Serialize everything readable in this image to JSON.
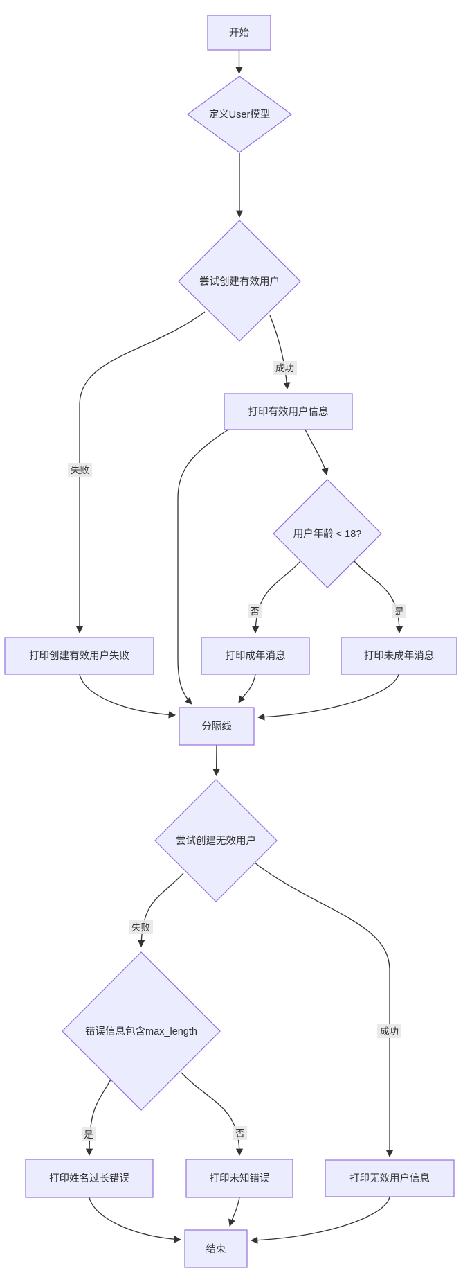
{
  "diagram": {
    "type": "flowchart",
    "direction": "top-down",
    "colors": {
      "node_fill": "#ECECFF",
      "node_border": "#9370DB",
      "edge_stroke": "#333333",
      "text": "#333333",
      "edge_label_bg": "#e8e8e8",
      "background": "#ffffff"
    },
    "nodes": [
      {
        "id": "start",
        "shape": "rect",
        "label": "开始"
      },
      {
        "id": "define-user-model",
        "shape": "diamond",
        "label": "定义User模型"
      },
      {
        "id": "try-create-valid-user",
        "shape": "diamond",
        "label": "尝试创建有效用户"
      },
      {
        "id": "print-valid-user-info",
        "shape": "rect",
        "label": "打印有效用户信息"
      },
      {
        "id": "user-age-under-18",
        "shape": "diamond",
        "label": "用户年龄 < 18?"
      },
      {
        "id": "print-create-valid-user-failed",
        "shape": "rect",
        "label": "打印创建有效用户失败"
      },
      {
        "id": "print-adult-message",
        "shape": "rect",
        "label": "打印成年消息"
      },
      {
        "id": "print-minor-message",
        "shape": "rect",
        "label": "打印未成年消息"
      },
      {
        "id": "divider-line",
        "shape": "rect",
        "label": "分隔线"
      },
      {
        "id": "try-create-invalid-user",
        "shape": "diamond",
        "label": "尝试创建无效用户"
      },
      {
        "id": "error-contains-max-length",
        "shape": "diamond",
        "label": "错误信息包含max_length"
      },
      {
        "id": "print-name-too-long-error",
        "shape": "rect",
        "label": "打印姓名过长错误"
      },
      {
        "id": "print-unknown-error",
        "shape": "rect",
        "label": "打印未知错误"
      },
      {
        "id": "print-invalid-user-info",
        "shape": "rect",
        "label": "打印无效用户信息"
      },
      {
        "id": "end",
        "shape": "rect",
        "label": "结束"
      }
    ],
    "edge_labels": [
      {
        "id": "fail-1",
        "label": "失败"
      },
      {
        "id": "success-1",
        "label": "成功"
      },
      {
        "id": "no-1",
        "label": "否"
      },
      {
        "id": "yes-1",
        "label": "是"
      },
      {
        "id": "fail-2",
        "label": "失败"
      },
      {
        "id": "success-2",
        "label": "成功"
      },
      {
        "id": "yes-2",
        "label": "是"
      },
      {
        "id": "no-2",
        "label": "否"
      }
    ]
  }
}
